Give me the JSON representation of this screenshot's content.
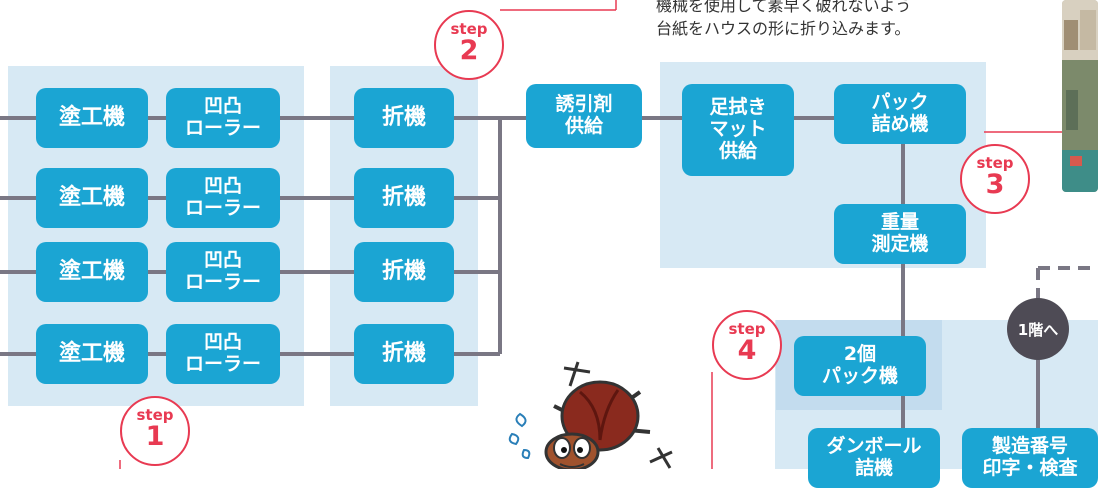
{
  "note": {
    "line1": "機械を使用して素早く破れないよう",
    "line2": "台紙をハウスの形に折り込みます。"
  },
  "steps": [
    {
      "label": "step",
      "number": "1"
    },
    {
      "label": "step",
      "number": "2"
    },
    {
      "label": "step",
      "number": "3"
    },
    {
      "label": "step",
      "number": "4"
    }
  ],
  "machines": {
    "coater": [
      "塗工機",
      "塗工機",
      "塗工機",
      "塗工機"
    ],
    "roller": [
      "凹凸\nローラー",
      "凹凸\nローラー",
      "凹凸\nローラー",
      "凹凸\nローラー"
    ],
    "folder": [
      "折機",
      "折機",
      "折機",
      "折機"
    ],
    "attractant": "誘引剤\n供給",
    "mat": "足拭き\nマット\n供給",
    "pack": "パック\n詰め機",
    "weigher": "重量\n測定機",
    "pack2": "2個\nパック機",
    "cardboard": "ダンボール\n詰機",
    "serial": "製造番号\n印字・検査"
  },
  "floor_node": "1階へ",
  "colors": {
    "box": "#1ba5d3",
    "panel": "#d7e9f4",
    "line": "#7a7784",
    "step": "#e83a52",
    "node": "#4e4b55"
  }
}
